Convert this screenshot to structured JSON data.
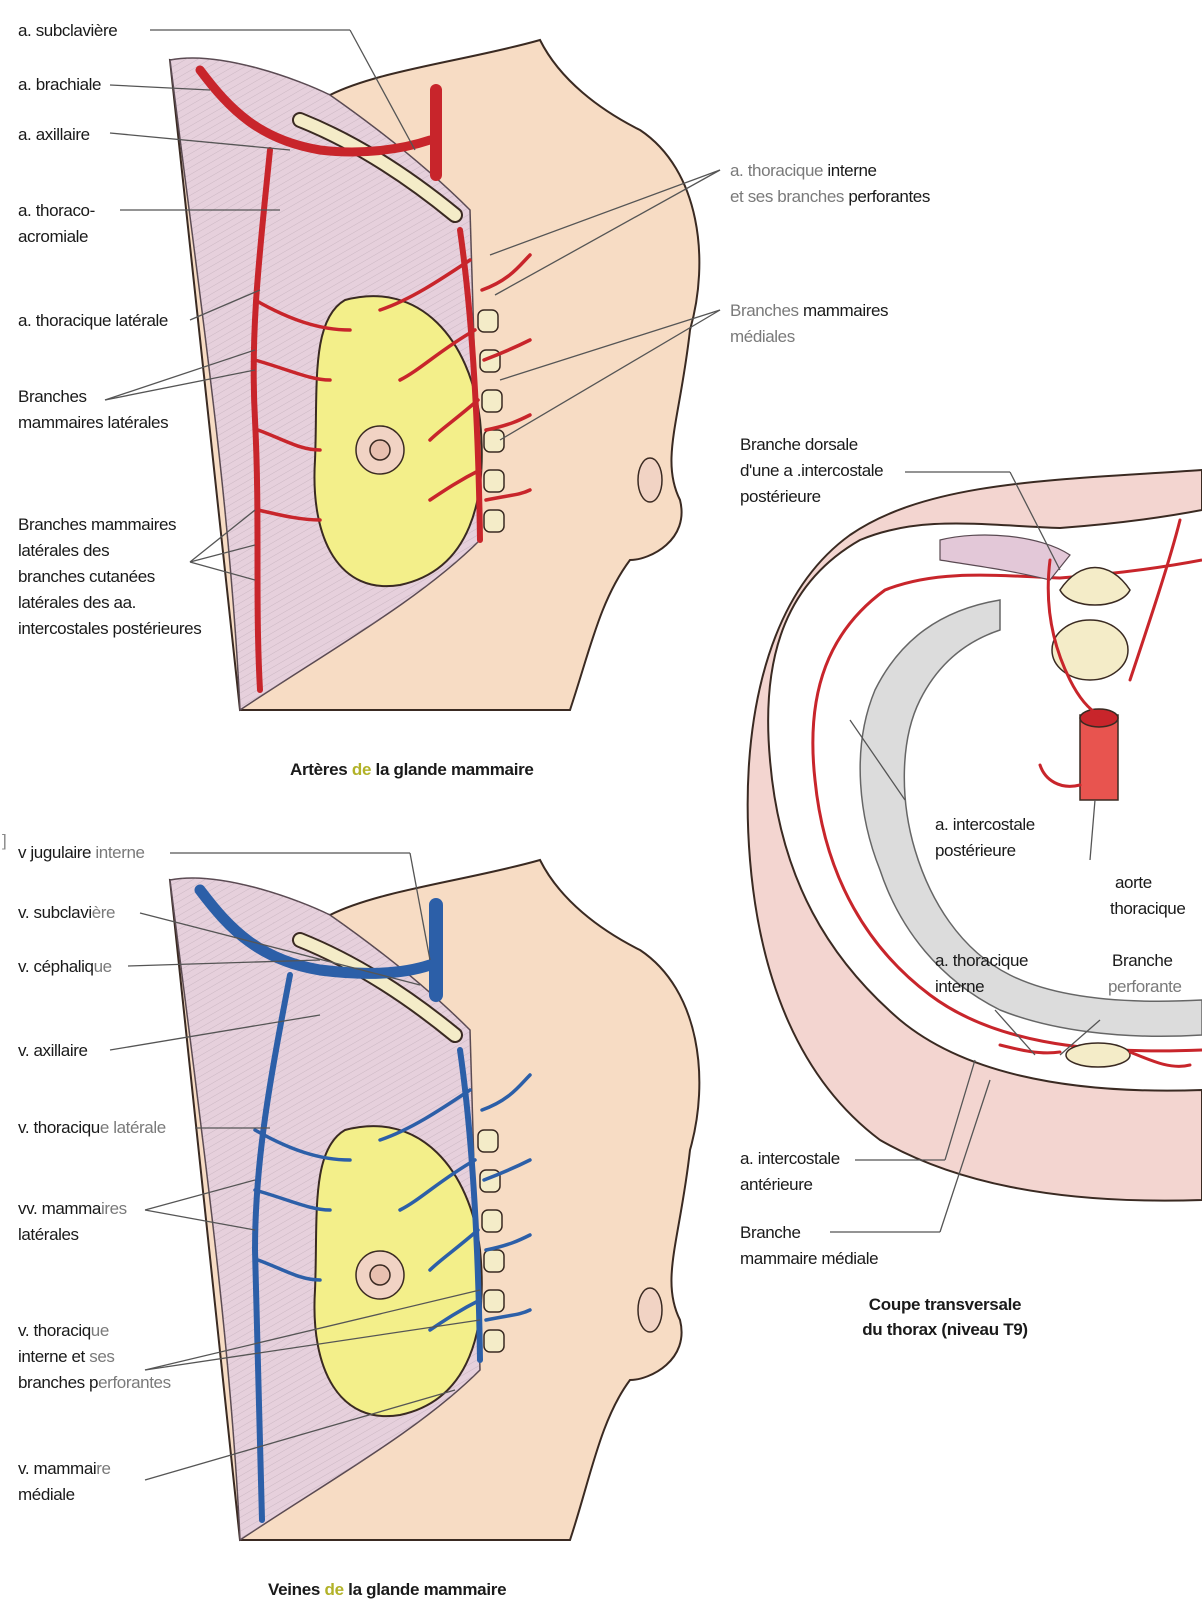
{
  "colors": {
    "artery": "#c8252b",
    "vein": "#2c5fa8",
    "skin": "#f7dcc4",
    "skin_outline": "#3a2a22",
    "muscle": "#e6d0dc",
    "gland": "#f3ef8a",
    "bone": "#f4ecc8",
    "highlight_word": "#b2b228"
  },
  "arteries": {
    "caption": {
      "pre": "Artères ",
      "word": "de",
      "post": " la glande mammaire"
    },
    "labels": {
      "subclaviere": "a. subclavière",
      "brachiale": "a. brachiale",
      "axillaire": "a. axillaire",
      "thoraco_1": "a. thoraco-",
      "thoraco_2": "acromiale",
      "thoracique_laterale": "a. thoracique latérale",
      "branches_1": "Branches",
      "branches_2": "mammaires latérales",
      "cut_1": "Branches mammaires",
      "cut_2": "latérales des",
      "cut_3": "branches cutanées",
      "cut_4": "latérales des aa.",
      "cut_5": "intercostales postérieures",
      "interne_1a": "a. thoracique ",
      "interne_1b": "interne",
      "interne_2a": "et ses branches ",
      "interne_2b": "perforantes",
      "med_1a": "Branches ",
      "med_1b": "mammaires",
      "med_2": "médiales"
    }
  },
  "veins": {
    "caption": {
      "pre": "Veines ",
      "word": "de",
      "post": " la glande mammaire"
    },
    "labels": {
      "jugulaire_a": "v jugulaire ",
      "jugulaire_b": "interne",
      "subclaviere_a": "v. subclavi",
      "subclaviere_b": "ère",
      "cephalique_a": "v. céphaliq",
      "cephalique_b": "ue",
      "axillaire": "v. axillaire",
      "thor_lat_a": "v. thoraciqu",
      "thor_lat_b": "e latérale",
      "vv_1a": "vv. mamma",
      "vv_1b": "ires",
      "vv_2": "latérales",
      "ti_1a": "v. thoraciq",
      "ti_1b": "ue",
      "ti_2a": "interne et ",
      "ti_2b": "ses",
      "ti_3a": "branches p",
      "ti_3b": "erforantes",
      "mm_1a": "v. mammai",
      "mm_1b": "re",
      "mm_2": "médiale"
    }
  },
  "section": {
    "caption_1": "Coupe transversale",
    "caption_2": "du thorax (niveau T9)",
    "labels": {
      "dorsale_1": "Branche dorsale",
      "dorsale_2": "d'une a .intercostale",
      "dorsale_3": "postérieure",
      "ic_post_1": "a. intercostale",
      "ic_post_2": "postérieure",
      "aorte_1": "aorte",
      "aorte_2": "thoracique",
      "ti_1": "a. thoracique",
      "ti_2": "interne",
      "perf_1": "Branche",
      "perf_2": "perforante",
      "ic_ant_1": "a. intercostale",
      "ic_ant_2": "antérieure",
      "bmm_1": "Branche",
      "bmm_2": "mammaire médiale"
    }
  },
  "stray_mark": "]"
}
